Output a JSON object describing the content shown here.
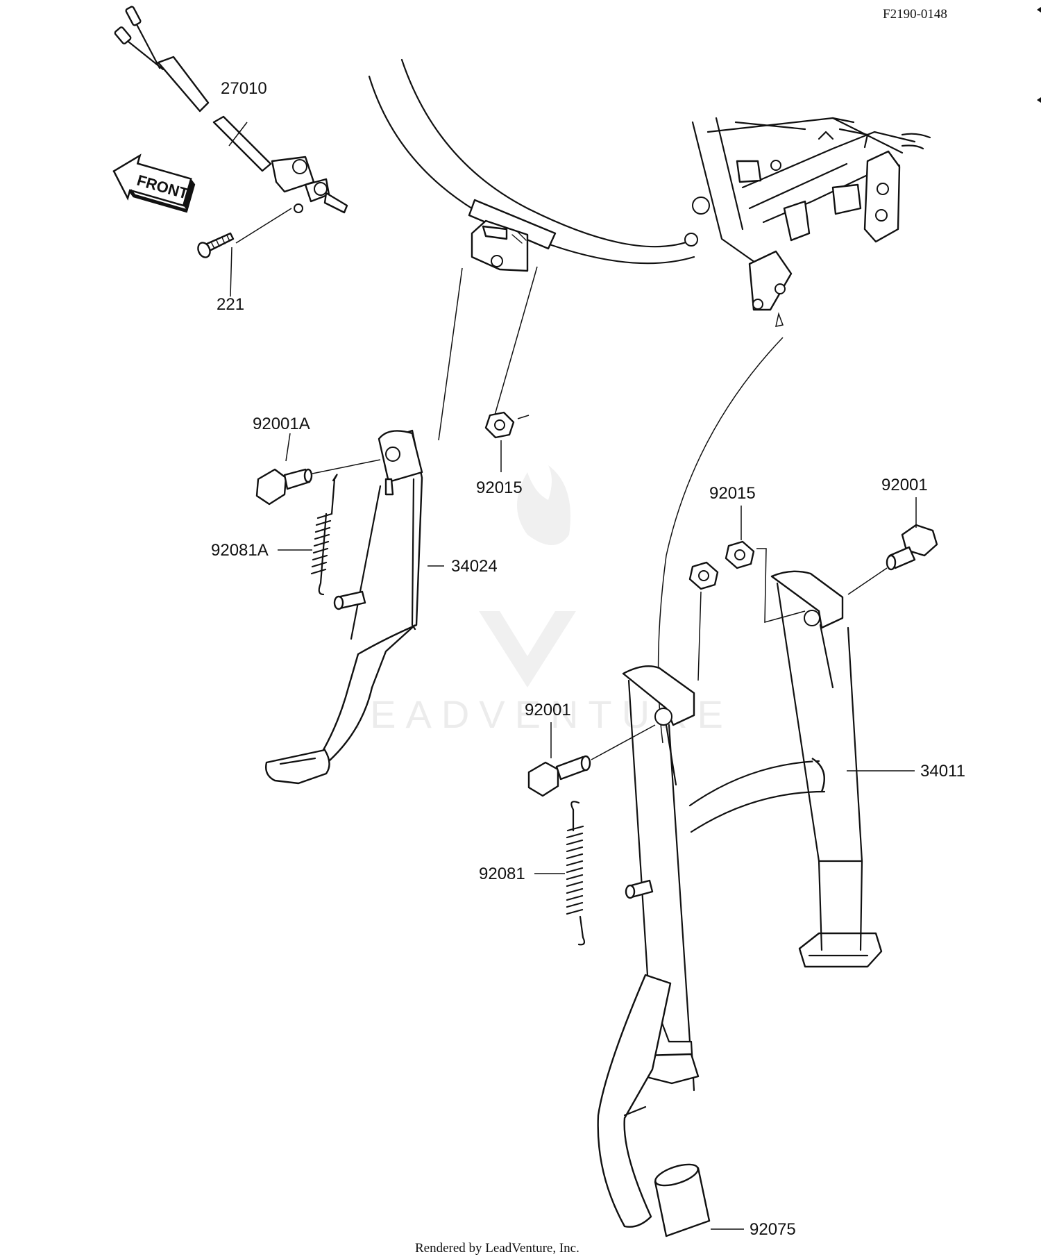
{
  "diagram_code": "F2190-0148",
  "front_badge": "FRONT",
  "watermark": "LEADVENTURE",
  "footer": "Rendered by LeadVenture, Inc.",
  "parts": {
    "p27010": "27010",
    "p221": "221",
    "p92001A": "92001A",
    "p92015_a": "92015",
    "p92081A": "92081A",
    "p34024": "34024",
    "p92015_b": "92015",
    "p92001_a": "92001",
    "p92001_b": "92001",
    "p34011": "34011",
    "p92081": "92081",
    "p92075": "92075"
  }
}
